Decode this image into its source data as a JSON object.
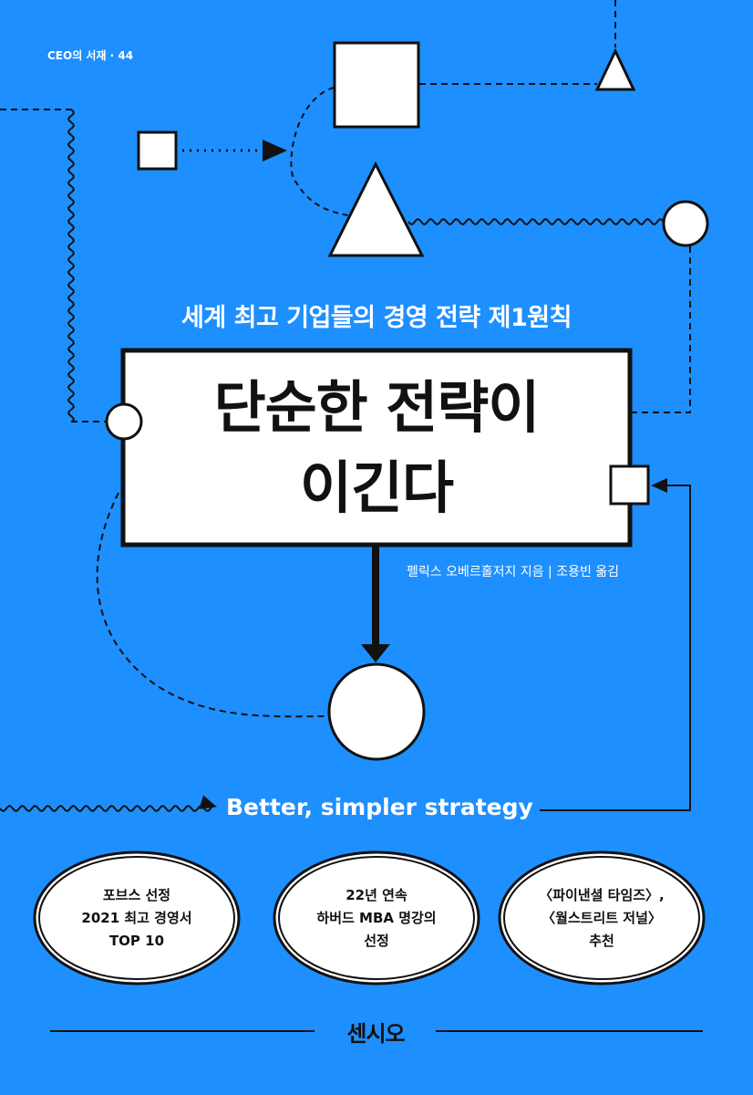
{
  "cover": {
    "series_label": "CEO의 서재 · 44",
    "subtitle": "세계 최고 기업들의 경영 전략 제1원칙",
    "title_lines": [
      "단순한 전략이",
      "이긴다"
    ],
    "authors": "펠릭스 오베르홀저지 지음 | 조용빈 옮김",
    "tagline": "Better, simpler strategy",
    "badges": [
      {
        "lines": [
          "포브스 선정",
          "2021 최고 경영서",
          "TOP 10"
        ]
      },
      {
        "lines": [
          "22년 연속",
          "하버드 MBA 명강의",
          "선정"
        ]
      },
      {
        "lines": [
          "〈파이낸셜 타임즈〉,",
          "〈월스트리트 저널〉",
          "추천"
        ]
      }
    ],
    "publisher": "센시오"
  },
  "colors": {
    "background": "#1E8FFF",
    "ink": "#111111",
    "shape_fill": "#FFFFFF"
  }
}
